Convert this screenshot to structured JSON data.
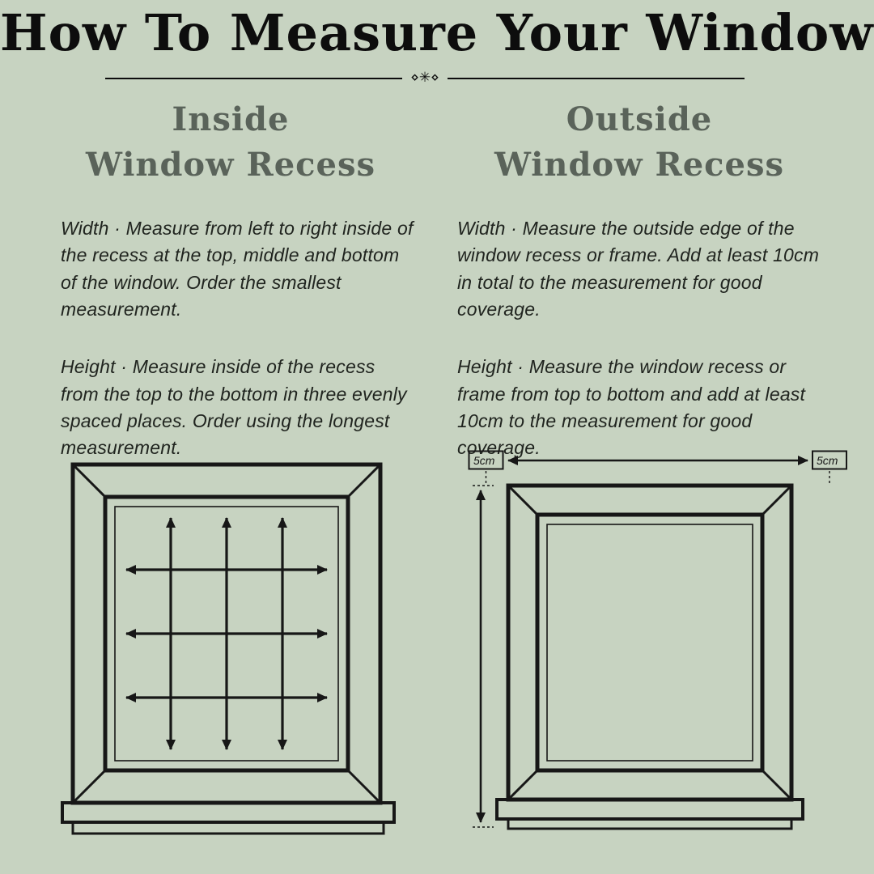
{
  "title": "How To Measure Your Windows",
  "divider_ornament": "⋄✳⋄",
  "columns": [
    {
      "heading_line1": "Inside",
      "heading_line2": "Window Recess",
      "width_text": "Width · Measure from left to right inside of the recess at the top, middle and bottom of the window. Order the smallest measurement.",
      "height_text": "Height · Measure inside of the recess from the top to the bottom in three evenly spaced places. Order using the longest measurement."
    },
    {
      "heading_line1": "Outside",
      "heading_line2": "Window Recess",
      "width_text": "Width · Measure the outside edge of the window recess or frame. Add at least 10cm in total to the measurement for good coverage.",
      "height_text": "Height · Measure the window recess or frame from top to bottom and add at least 10cm to the measurement for good coverage."
    }
  ],
  "diagram_labels": {
    "left_margin": "5cm",
    "right_margin": "5cm"
  },
  "colors": {
    "background": "#c7d3c1",
    "line": "#171717",
    "heading": "#5a635a",
    "body_text": "#20241f"
  }
}
